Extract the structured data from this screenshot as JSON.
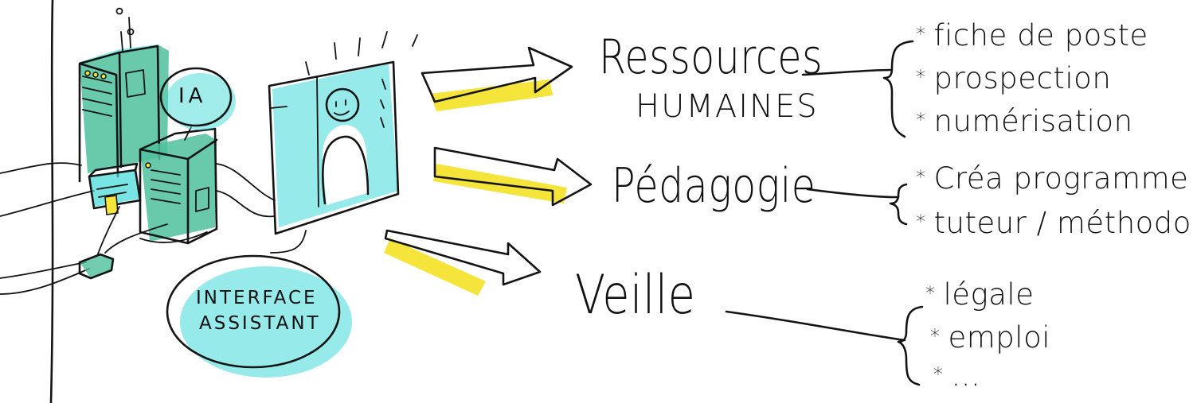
{
  "colors": {
    "ink": "#141414",
    "cyan_accent": "#3fdad8",
    "teal_server": "#4fbf9c",
    "yellow_highlight": "#f5e43a"
  },
  "ai_badge": "IA",
  "assistant_bubble": {
    "line1": "INTERFACE",
    "line2": "ASSISTANT"
  },
  "branches": [
    {
      "title": "Ressources",
      "subtitle": "HUMAINES",
      "items": [
        "fiche de poste",
        "prospection",
        "numérisation"
      ]
    },
    {
      "title": "Pédagogie",
      "items": [
        "Créa programme",
        "tuteur / méthodo"
      ]
    },
    {
      "title": "Veille",
      "items": [
        "légale",
        "emploi",
        "..."
      ]
    }
  ],
  "bullet_symbol": "*"
}
